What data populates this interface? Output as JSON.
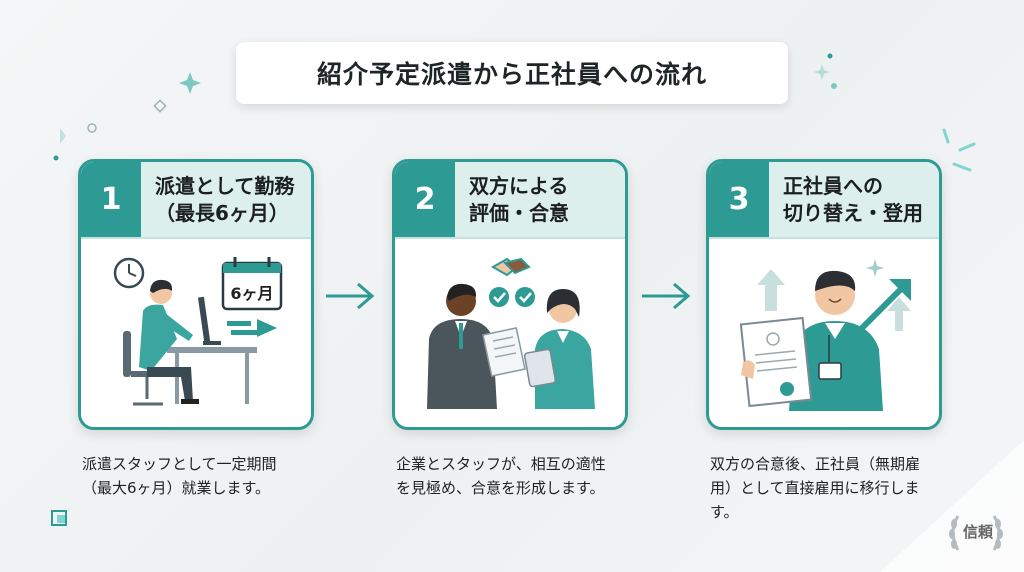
{
  "title": "紹介予定派遣から正社員への流れ",
  "steps": [
    {
      "number": "1",
      "head_line1": "派遣として勤務",
      "head_line2": "（最長6ヶ月）",
      "calendar_label": "6ヶ月",
      "desc_line1": "派遣スタッフとして一定期間",
      "desc_line2": "（最大6ヶ月）就業します。",
      "desc_line3": ""
    },
    {
      "number": "2",
      "head_line1": "双方による",
      "head_line2": "評価・合意",
      "desc_line1": "企業とスタッフが、相互の適性",
      "desc_line2": "を見極め、合意を形成します。",
      "desc_line3": ""
    },
    {
      "number": "3",
      "head_line1": "正社員への",
      "head_line2": "切り替え・登用",
      "desc_line1": "双方の合意後、正社員（無期雇",
      "desc_line2": "用）として直接雇用に移行しま",
      "desc_line3": "す。"
    }
  ],
  "badge_label": "信頼",
  "colors": {
    "accent": "#2e9a94",
    "accent_light": "#dcefed",
    "text": "#222222"
  }
}
